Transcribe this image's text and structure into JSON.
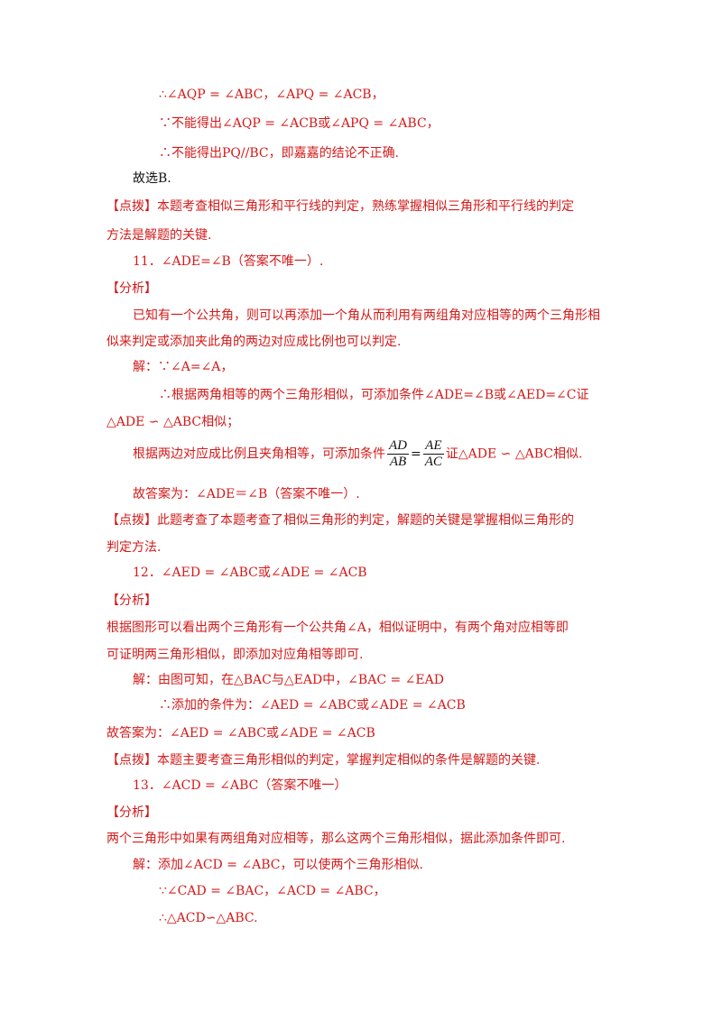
{
  "lines": [
    {
      "text": "∴∠AQP = ∠ABC，∠APQ = ∠ACB，"
    },
    {
      "text": "∵不能得出∠AQP = ∠ACB或∠APQ = ∠ABC，"
    },
    {
      "text": "∴不能得出PQ//BC，即嘉嘉的结论不正确."
    },
    {
      "text": "故选B."
    },
    {
      "text": "【点拨】本题考查相似三角形和平行线的判定，熟练掌握相似三角形和平行线的判定"
    },
    {
      "text": "方法是解题的关键."
    },
    {
      "text": "11．∠ADE=∠B（答案不唯一）."
    },
    {
      "text": "【分析】"
    },
    {
      "text": "已知有一个公共角，则可以再添加一个角从而利用有两组角对应相等的两个三角形相"
    },
    {
      "text": "似来判定或添加夹此角的两边对应成比例也可以判定."
    },
    {
      "text": "解：∵∠A=∠A，"
    },
    {
      "text": "∴根据两角相等的两个三角形相似，可添加条件∠ADE=∠B或∠AED=∠C证"
    },
    {
      "text": "△ADE ∽ △ABC相似；"
    },
    {
      "pre": "根据两边对应成比例且夹角相等，可添加条件",
      "num1": "AD",
      "den1": "AB",
      "eq": "=",
      "num2": "AE",
      "den2": "AC",
      "post": "证△ADE ∽ △ABC相似."
    },
    {
      "text": "故答案为：∠ADE＝∠B（答案不唯一）."
    },
    {
      "text": "【点拨】此题考查了本题考查了相似三角形的判定，解题的关键是掌握相似三角形的"
    },
    {
      "text": "判定方法."
    },
    {
      "text": "12．∠AED = ∠ABC或∠ADE = ∠ACB"
    },
    {
      "text": "【分析】"
    },
    {
      "text": "根据图形可以看出两个三角形有一个公共角∠A，相似证明中，有两个角对应相等即"
    },
    {
      "text": "可证明两三角形相似，即添加对应角相等即可."
    },
    {
      "text": "解：由图可知，在△BAC与△EAD中，∠BAC = ∠EAD"
    },
    {
      "text": "∴添加的条件为：∠AED = ∠ABC或∠ADE = ∠ACB"
    },
    {
      "text": "故答案为：∠AED = ∠ABC或∠ADE = ∠ACB"
    },
    {
      "text": "【点拨】本题主要考查三角形相似的判定，掌握判定相似的条件是解题的关键."
    },
    {
      "text": "13．∠ACD = ∠ABC（答案不唯一）"
    },
    {
      "text": "【分析】"
    },
    {
      "text": "两个三角形中如果有两组角对应相等，那么这两个三角形相似，据此添加条件即可."
    },
    {
      "text": "解：添加∠ACD = ∠ABC，可以使两个三角形相似."
    },
    {
      "text": "∵∠CAD = ∠BAC，∠ACD = ∠ABC，"
    },
    {
      "text": "∴△ACD∽△ABC."
    }
  ]
}
